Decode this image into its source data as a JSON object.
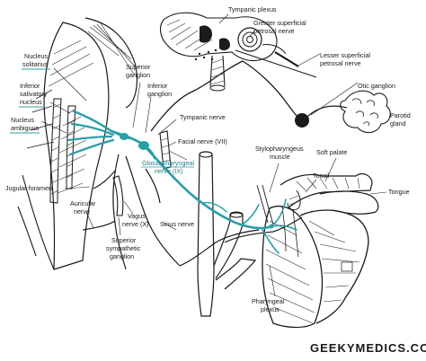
{
  "labels": {
    "tympanic_plexus": "Tympanic plexus",
    "greater_superficial_1": "Greater superficial",
    "greater_superficial_2": "petrosal nerve",
    "lesser_superficial_1": "Lesser superficial",
    "lesser_superficial_2": "petrosal nerve",
    "otic_ganglion": "Otic ganglion",
    "parotid_1": "Parotid",
    "parotid_2": "gland",
    "nucleus_solitarius_1": "Nucleus",
    "nucleus_solitarius_2": "solitarius",
    "inferior_salivatory_1": "Inferior",
    "inferior_salivatory_2": "salivatory",
    "inferior_salivatory_3": "nucleus",
    "nucleus_ambiguus_1": "Nucleus",
    "nucleus_ambiguus_2": "ambiguus",
    "superior_ganglion_1": "Superior",
    "superior_ganglion_2": "ganglion",
    "inferior_ganglion_1": "Inferior",
    "inferior_ganglion_2": "ganglion",
    "tympanic_nerve": "Tympanic nerve",
    "facial_nerve": "Facial nerve (VII)",
    "glossopharyngeal_1": "Glossopharyngeal",
    "glossopharyngeal_2": "nerve (IX)",
    "stylopharyngeus_1": "Stylopharyngeus",
    "stylopharyngeus_2": "muscle",
    "soft_palate": "Soft palate",
    "tonsil": "Tonsil",
    "tongue": "Tongue",
    "jugular_foramen": "Jugular foramen",
    "auricular_1": "Auricular",
    "auricular_2": "nerve",
    "vagus_1": "Vagus",
    "vagus_2": "nerve (X)",
    "sinus_nerve": "Sinus nerve",
    "superior_sympathetic_1": "Superior",
    "superior_sympathetic_2": "sympathetic",
    "superior_sympathetic_3": "ganglion",
    "pharyngeal_plexus_1": "Pharyngeal",
    "pharyngeal_plexus_2": "plexus"
  },
  "watermark": "GEEKYMEDICS.COM",
  "colors": {
    "nerve_highlight": "#2a9ea6",
    "highlight_text": "#1f7f86",
    "ink": "#1b1b1b"
  }
}
